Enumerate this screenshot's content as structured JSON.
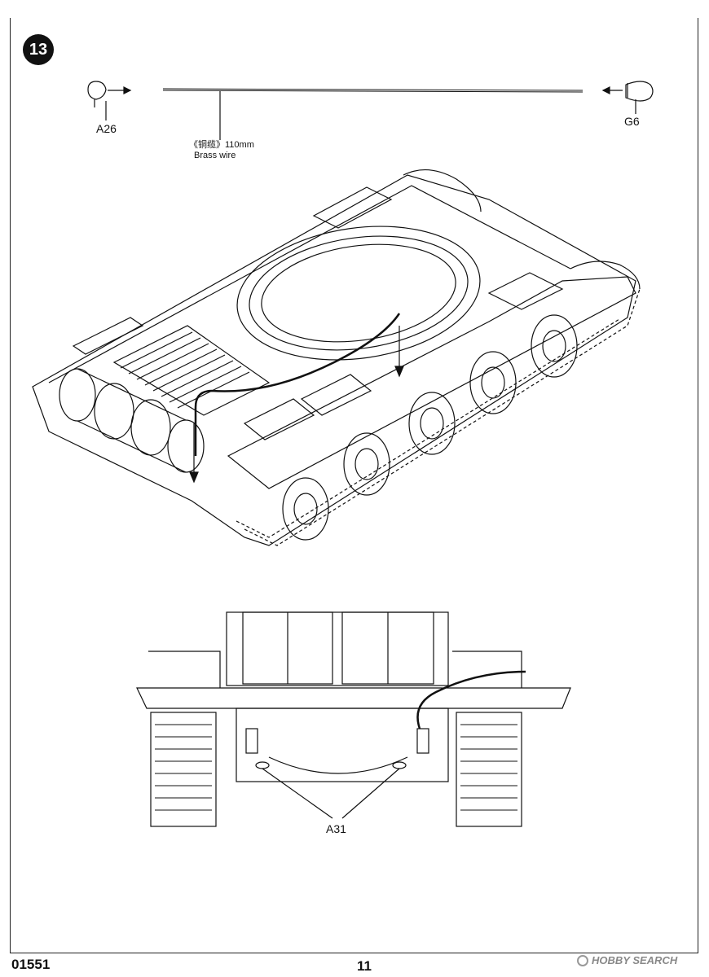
{
  "step_number": "13",
  "parts": {
    "left_part": "A26",
    "right_part": "G6",
    "wire_label_cn": "《铜缆》110mm",
    "wire_label_en": "Brass wire",
    "bottom_part": "A31"
  },
  "footer": {
    "product_code": "01551",
    "page_number": "11"
  },
  "watermark": {
    "text": "HOBBY SEARCH",
    "icon": "hobby-search-logo-icon"
  }
}
